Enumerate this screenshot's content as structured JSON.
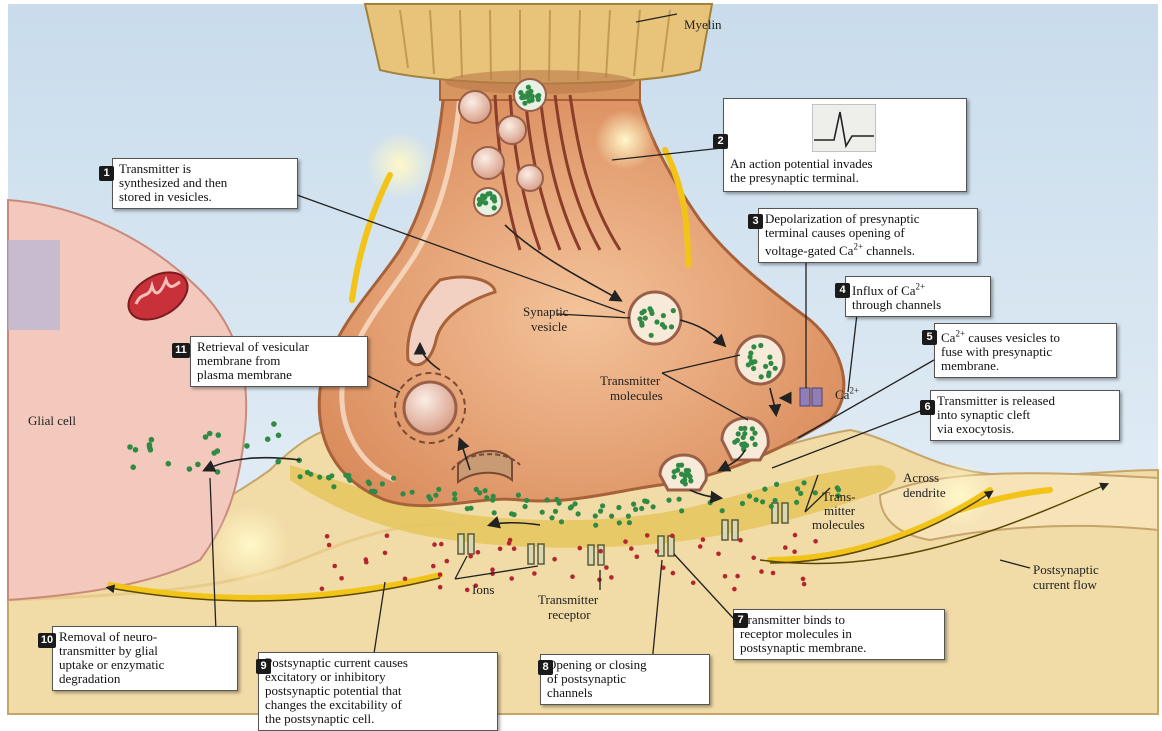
{
  "labels": {
    "myelin": "Myelin",
    "glial_cell": "Glial cell",
    "synaptic_vesicle": [
      "Synaptic",
      "vesicle"
    ],
    "transmitter_molecules_a": [
      "Transmitter",
      "molecules"
    ],
    "ca2": "Ca2+",
    "trans_mitter_molecules_b": [
      "Trans-",
      "mitter",
      "molecules"
    ],
    "across_dendrite": [
      "Across",
      "dendrite"
    ],
    "postsynaptic_current_flow": [
      "Postsynaptic",
      "current flow"
    ],
    "ions": "Ions",
    "transmitter_receptor": [
      "Transmitter",
      "receptor"
    ]
  },
  "steps": [
    {
      "num": "1",
      "lines": [
        "Transmitter is",
        "synthesized and then",
        "stored in vesicles."
      ]
    },
    {
      "num": "2",
      "lines": [
        "An action potential invades",
        "the presynaptic terminal."
      ]
    },
    {
      "num": "3",
      "lines": [
        "Depolarization of presynaptic",
        "terminal causes opening of",
        "voltage-gated Ca2+ channels."
      ]
    },
    {
      "num": "4",
      "lines": [
        "Influx of Ca2+",
        "through channels"
      ]
    },
    {
      "num": "5",
      "lines": [
        "Ca2+ causes vesicles to",
        "fuse with presynaptic",
        "membrane."
      ]
    },
    {
      "num": "6",
      "lines": [
        "Transmitter is released",
        "into synaptic cleft",
        "via exocytosis."
      ]
    },
    {
      "num": "7",
      "lines": [
        "Transmitter binds to",
        "receptor molecules in",
        "postsynaptic membrane."
      ]
    },
    {
      "num": "8",
      "lines": [
        "Opening or closing",
        "of postsynaptic",
        "channels"
      ]
    },
    {
      "num": "9",
      "lines": [
        "Postsynaptic current causes",
        "excitatory or inhibitory",
        "postsynaptic potential that",
        "changes the excitability of",
        "the postsynaptic cell."
      ]
    },
    {
      "num": "10",
      "lines": [
        "Removal of neuro-",
        "transmitter by glial",
        "uptake or enzymatic",
        "degradation"
      ]
    },
    {
      "num": "11",
      "lines": [
        "Retrieval of vesicular",
        "membrane from",
        "plasma membrane"
      ]
    }
  ],
  "colors": {
    "background": "#dce9f3",
    "terminal": "#e8a877",
    "glial": "#f2c9bc",
    "postsynaptic": "#f3dcaa",
    "cleft": "#e6c96a",
    "transmitter_dot": "#2f8a45",
    "ion_dot": "#b3262e",
    "current_arrow": "#f2c418"
  }
}
